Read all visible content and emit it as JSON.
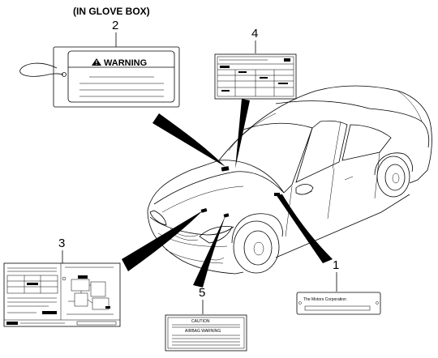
{
  "caption": "(IN GLOVE BOX)",
  "callouts": {
    "n1": "1",
    "n2": "2",
    "n3": "3",
    "n4": "4",
    "n5": "5"
  },
  "labels": {
    "warning": "WARNING",
    "label1_text": "The Motors Corporation",
    "label5_header": "CAUTION",
    "label5_sub": "AIRBAG WARNING"
  },
  "icons": {
    "warning_triangle": "warning-triangle-icon",
    "car": "sedan-car-outline"
  }
}
